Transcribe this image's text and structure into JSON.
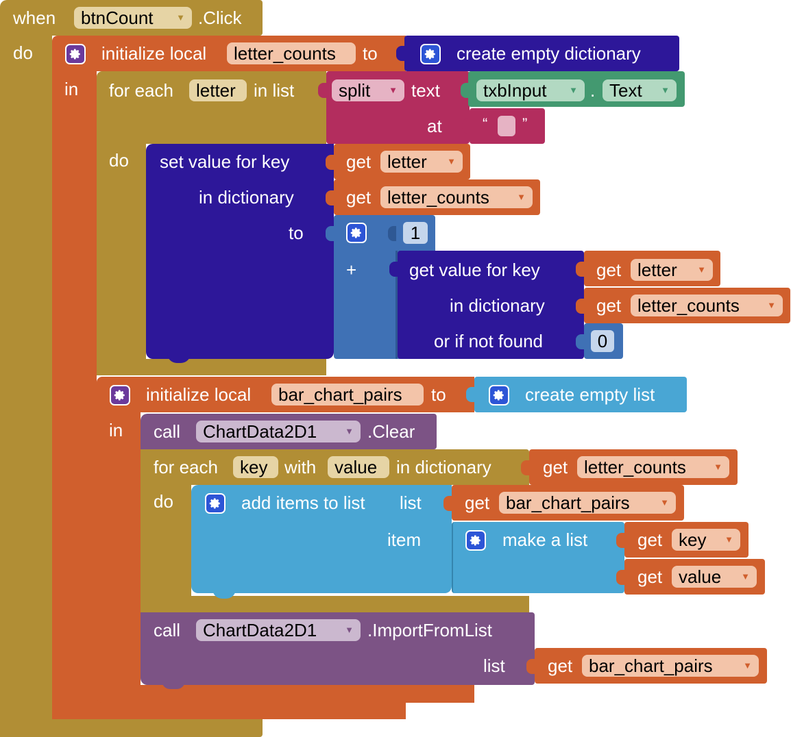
{
  "event": {
    "when": "when",
    "component": "btnCount",
    "event": ".Click",
    "do": "do"
  },
  "init1": {
    "label": "initialize local",
    "var_name": "letter_counts",
    "to": "to",
    "in": "in"
  },
  "empty_dict": {
    "label": "create empty dictionary"
  },
  "foreach_list": {
    "label": "for each",
    "var": "letter",
    "in_list": "in list",
    "do": "do"
  },
  "split": {
    "op": "split",
    "text_label": "text",
    "at_label": "at",
    "quote_open": "“",
    "quote_close": "”"
  },
  "txb": {
    "component": "txbInput",
    "dot": ".",
    "property": "Text"
  },
  "setval": {
    "label": "set value for key",
    "in_dict": "in dictionary",
    "to": "to"
  },
  "get": {
    "label": "get"
  },
  "getvars": {
    "letter": "letter",
    "letter_counts": "letter_counts",
    "bar_chart_pairs": "bar_chart_pairs",
    "key": "key",
    "value": "value"
  },
  "add": {
    "num": "1",
    "plus": "+"
  },
  "getvalkey": {
    "label": "get value for key",
    "in_dict": "in dictionary",
    "or_if": "or if not found",
    "default": "0"
  },
  "init2": {
    "label": "initialize local",
    "var_name": "bar_chart_pairs",
    "to": "to",
    "in": "in"
  },
  "empty_list": {
    "label": "create empty list"
  },
  "clear_call": {
    "call": "call",
    "component": "ChartData2D1",
    "method": ".Clear"
  },
  "foreach_dict": {
    "label": "for each",
    "key_var": "key",
    "with": "with",
    "value_var": "value",
    "in_dict": "in dictionary",
    "do": "do"
  },
  "additems": {
    "label": "add items to list",
    "list": "list",
    "item": "item"
  },
  "makelist": {
    "label": "make a list"
  },
  "import_call": {
    "call": "call",
    "component": "ChartData2D1",
    "method": ".ImportFromList",
    "list_label": "list"
  },
  "colors": {
    "control": "#b18e35",
    "variables": "#d05f2d",
    "dictionaries": "#2d1799",
    "text": "#b32d5e",
    "components": "#439970",
    "math": "#3f71b5",
    "lists": "#49a6d4",
    "procedures": "#7c5385"
  },
  "icons": {
    "mutator": "gear-icon",
    "dropdown": "dropdown-arrow-icon"
  }
}
